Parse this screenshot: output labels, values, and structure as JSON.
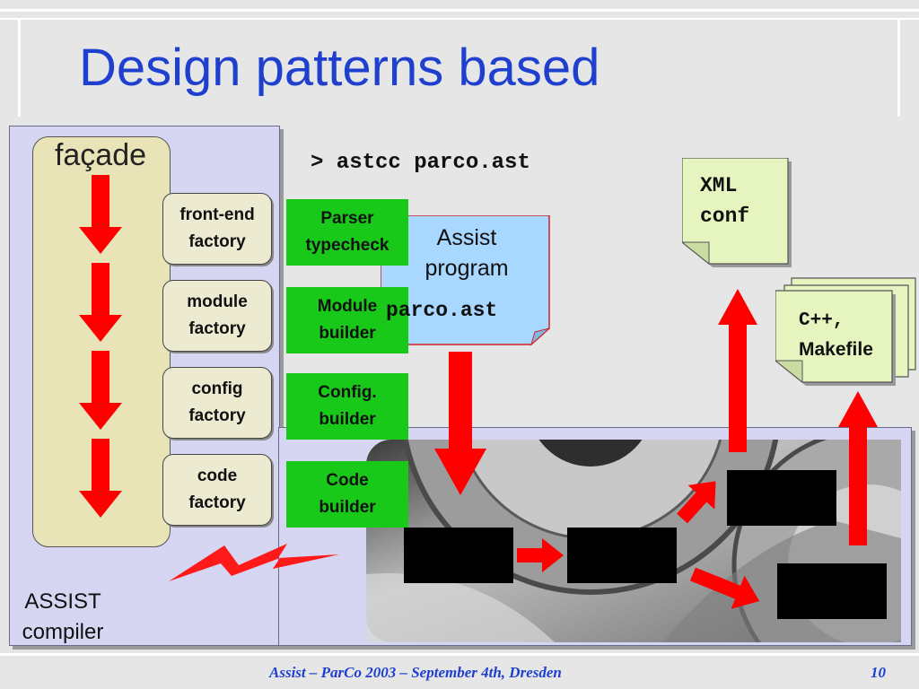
{
  "slide": {
    "title": "Design patterns based",
    "footer": "Assist – ParCo 2003 – September 4th, Dresden",
    "page_number": "10"
  },
  "facade": {
    "label": "façade"
  },
  "factories": [
    {
      "line1": "front-end",
      "line2": "factory"
    },
    {
      "line1": "module",
      "line2": "factory"
    },
    {
      "line1": "config",
      "line2": "factory"
    },
    {
      "line1": "code",
      "line2": "factory"
    }
  ],
  "builders": [
    {
      "line1": "Parser",
      "line2": "typecheck"
    },
    {
      "line1": "Module",
      "line2": "builder"
    },
    {
      "line1": "Config.",
      "line2": "builder"
    },
    {
      "line1": "Code",
      "line2": "builder"
    }
  ],
  "command": "> astcc parco.ast",
  "assist_program": {
    "line1": "Assist",
    "line2": "program",
    "file": "parco.ast"
  },
  "xml_doc": {
    "line1": "XML",
    "line2": "conf"
  },
  "cpp_doc": {
    "line1": "C++,",
    "line2": "Makefile"
  },
  "compiler_label": {
    "line1": "ASSIST",
    "line2": "compiler"
  },
  "colors": {
    "title": "#1f3fcf",
    "arrow": "#ff0000",
    "builder": "#19c919",
    "facade": "#e8e4b8",
    "document": "#e6f5c0",
    "assist_program": "#a8d8ff",
    "panel": "#d6d6f2"
  }
}
